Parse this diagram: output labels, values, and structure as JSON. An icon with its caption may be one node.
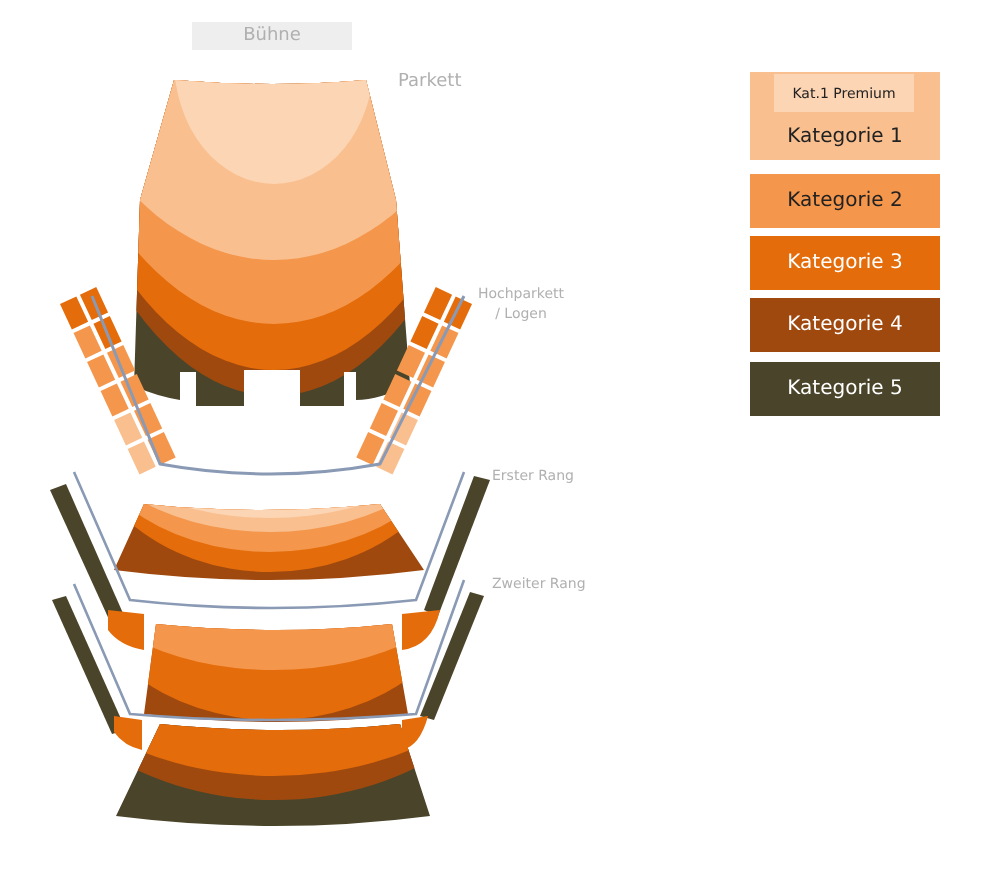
{
  "diagram": {
    "nodes": [
      {
        "text": [
          "Bühne"
        ]
      }
    ],
    "edges": [],
    "labels": [
      "Parkett",
      "Hochparkett / Logen",
      "Erster Rang",
      "Zweiter Rang"
    ],
    "legend": [
      {
        "text": "Kat.1 Premium",
        "color": "#fcd5b4"
      },
      {
        "text": "Kategorie 1",
        "color": "#f9bf8f"
      },
      {
        "text": "Kategorie 2",
        "color": "#f4964b"
      },
      {
        "text": "Kategorie 3",
        "color": "#e46c0a"
      },
      {
        "text": "Kategorie 4",
        "color": "#a0490e"
      },
      {
        "text": "Kategorie 5",
        "color": "#4a452a"
      }
    ]
  }
}
